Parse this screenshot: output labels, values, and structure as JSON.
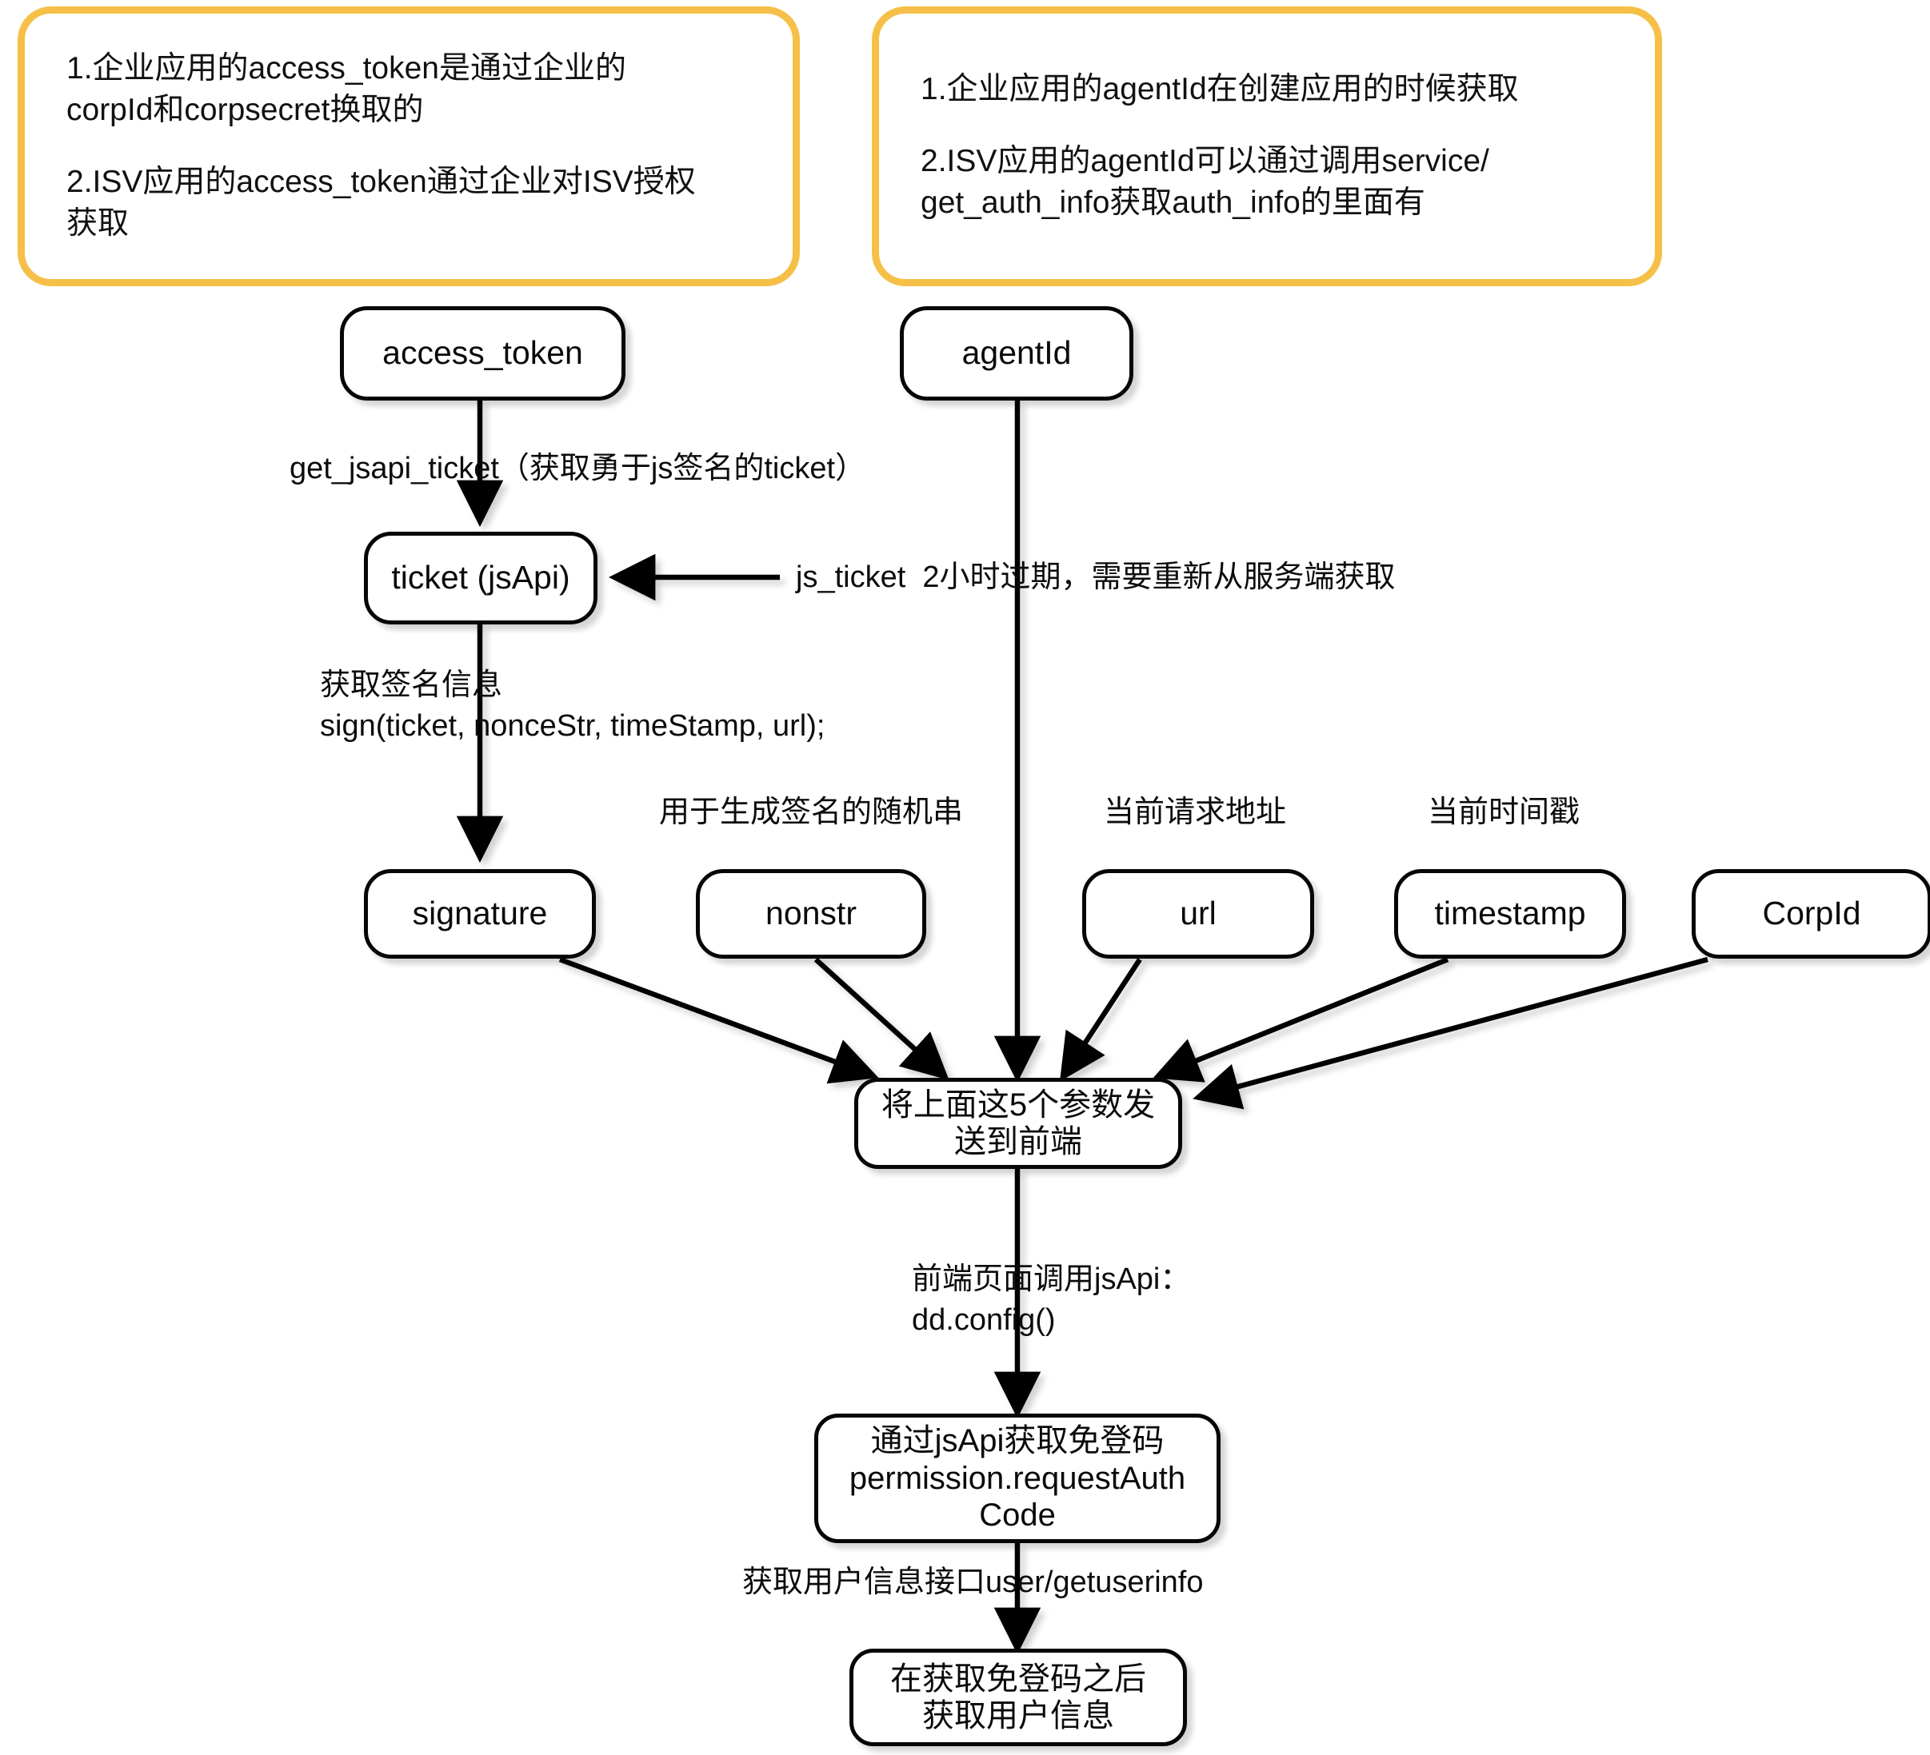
{
  "diagram": {
    "title": "DingTalk jsApi免登授权流程图",
    "accent_color": "#f6c048",
    "line_color": "#060606",
    "background": "#ffffff"
  },
  "notes": [
    {
      "id": "note-access-token",
      "lines": [
        "1.企业应用的access_token是通过企业的\ncorpId和corpsecret换取的",
        "2.ISV应用的access_token通过企业对ISV授权\n获取"
      ]
    },
    {
      "id": "note-agentid",
      "lines": [
        "1.企业应用的agentId在创建应用的时候获取",
        "2.ISV应用的agentId可以通过调用service/\nget_auth_info获取auth_info的里面有"
      ]
    }
  ],
  "nodes": [
    {
      "id": "access-token",
      "label": "access_token"
    },
    {
      "id": "agentid",
      "label": "agentId"
    },
    {
      "id": "ticket-jsapi",
      "label": "ticket (jsApi)"
    },
    {
      "id": "signature",
      "label": "signature"
    },
    {
      "id": "nonstr",
      "label": "nonstr"
    },
    {
      "id": "url",
      "label": "url"
    },
    {
      "id": "timestamp",
      "label": "timestamp"
    },
    {
      "id": "corpid",
      "label": "CorpId"
    },
    {
      "id": "send-params",
      "label": "将上面这5个参数发\n送到前端"
    },
    {
      "id": "request-auth-code",
      "label": "通过jsApi获取免登码\npermission.requestAuth\nCode"
    },
    {
      "id": "get-userinfo",
      "label": "在获取免登码之后\n获取用户信息"
    }
  ],
  "edge_labels": [
    {
      "id": "label-get-jsapi-ticket",
      "text": "get_jsapi_ticket（获取勇于js签名的ticket）"
    },
    {
      "id": "label-js-ticket-expire",
      "text": "js_ticket  2小时过期，需要重新从服务端获取"
    },
    {
      "id": "label-sign",
      "text": "获取签名信息\nsign(ticket, nonceStr, timeStamp, url);"
    },
    {
      "id": "label-nonstr-desc",
      "text": "用于生成签名的随机串"
    },
    {
      "id": "label-url-desc",
      "text": "当前请求地址"
    },
    {
      "id": "label-timestamp-desc",
      "text": "当前时间戳"
    },
    {
      "id": "label-dd-config",
      "text": "前端页面调用jsApi：\ndd.config()"
    },
    {
      "id": "label-getuserinfo",
      "text": "获取用户信息接口user/getuserinfo"
    }
  ]
}
